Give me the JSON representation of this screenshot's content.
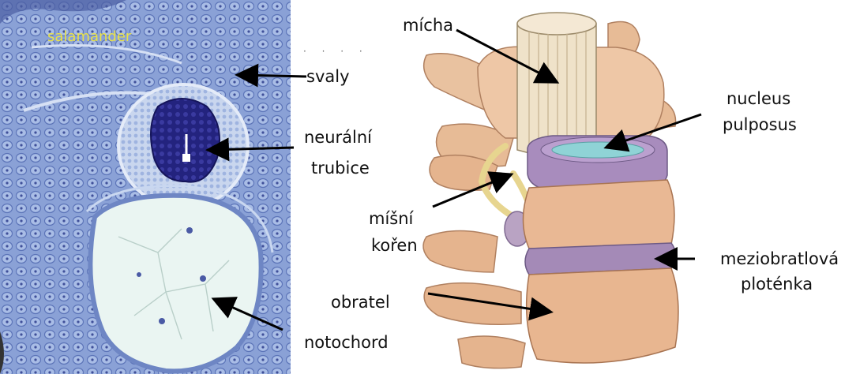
{
  "micrograph": {
    "caption": "salamander"
  },
  "labels": {
    "svaly": "svaly",
    "neural_tube_1": "neurální",
    "neural_tube_2": "trubice",
    "notochord": "notochord",
    "micha": "mícha",
    "nucleus_1": "nucleus",
    "nucleus_2": "pulposus",
    "root_1": "míšní",
    "root_2": "kořen",
    "vertebra": "obratel",
    "disc_1": "meziobratlová",
    "disc_2": "ploténka"
  },
  "colors": {
    "micrograph_bg": "#7f97cf",
    "tube": "#1f1f7a",
    "notochord_fill": "#e8f4f1",
    "bone": "#e8b89a",
    "disc": "#a38ab8",
    "nucleus": "#8fd3d6",
    "cord": "#efe2c9"
  }
}
